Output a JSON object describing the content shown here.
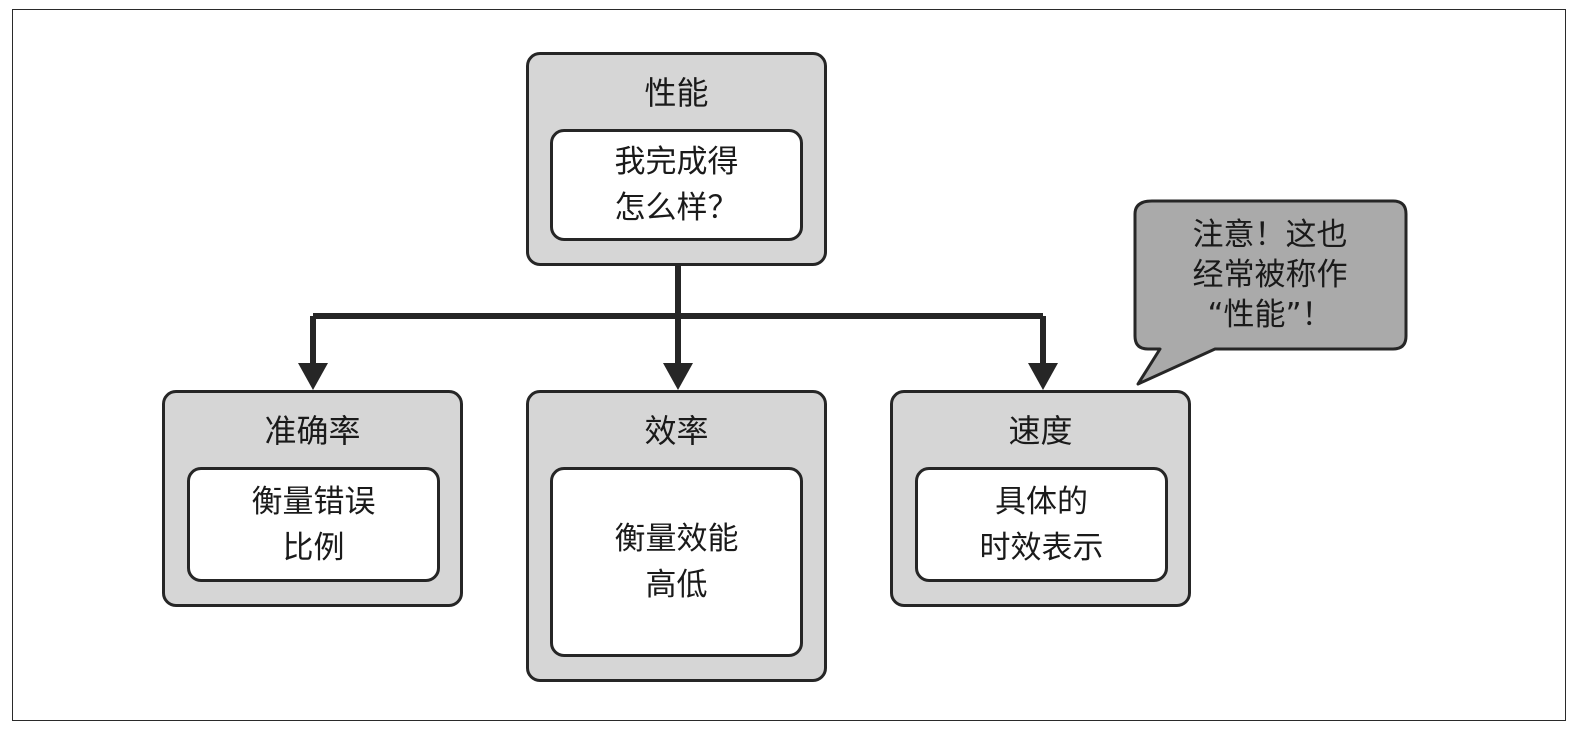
{
  "root": {
    "title": "性能",
    "lines": [
      "我完成得",
      "怎么样？"
    ]
  },
  "children": [
    {
      "title": "准确率",
      "lines": [
        "衡量错误",
        "比例"
      ]
    },
    {
      "title": "效率",
      "lines": [
        "衡量效能",
        "高低"
      ]
    },
    {
      "title": "速度",
      "lines": [
        "具体的",
        "时效表示"
      ]
    }
  ],
  "callout": {
    "lines": [
      "注意！这也",
      "经常被称作",
      "“性能”！"
    ]
  },
  "colors": {
    "node_fill": "#d6d6d6",
    "inner_fill": "#ffffff",
    "callout_fill": "#aaaaaa",
    "stroke": "#262626"
  }
}
